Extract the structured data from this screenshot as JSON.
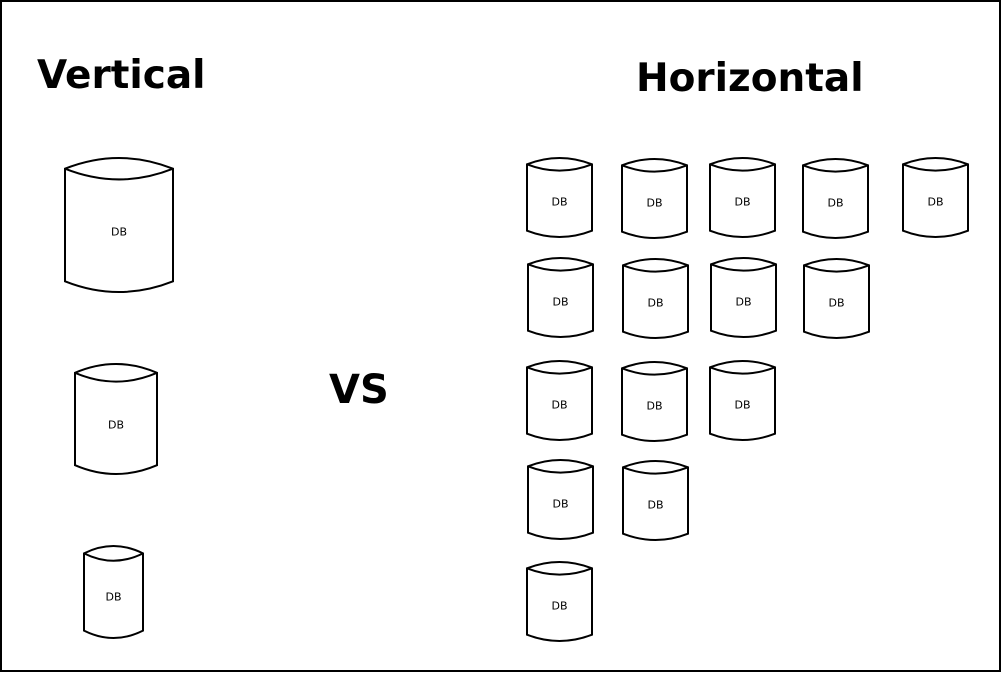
{
  "diagram": {
    "left_heading": "Vertical",
    "right_heading": "Horizontal",
    "center_label": "VS",
    "db_label": "DB",
    "vertical_count": 3,
    "horizontal_rows": [
      5,
      4,
      3,
      2,
      1
    ],
    "stroke_color": "#000000",
    "fill_color": "#ffffff"
  }
}
